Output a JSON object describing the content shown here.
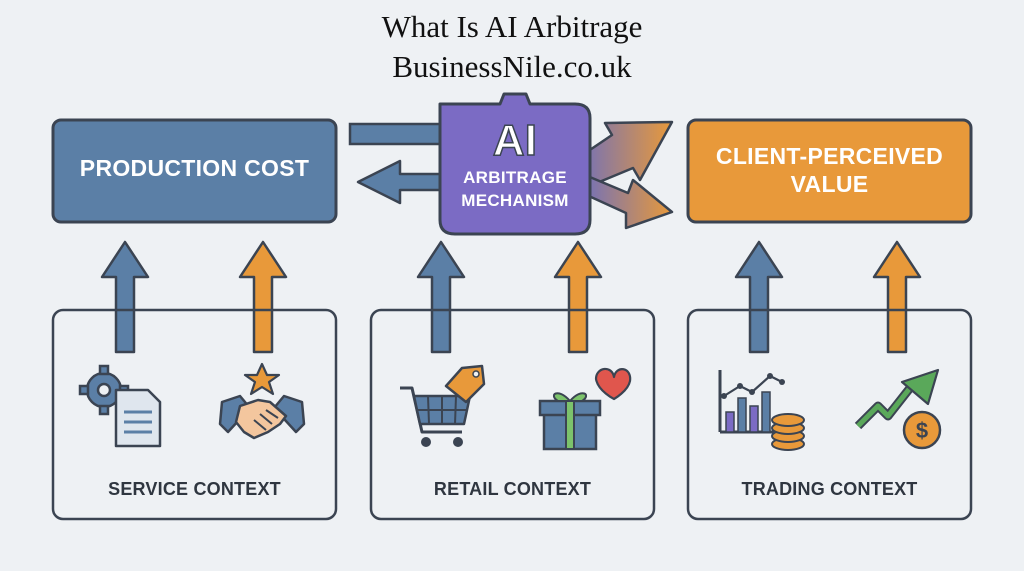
{
  "header": {
    "title": "What Is AI Arbitrage",
    "subtitle": "BusinessNile.co.uk"
  },
  "colors": {
    "blue": "#5b7fa6",
    "blue_dark": "#3a4f6a",
    "orange": "#e8993a",
    "purple": "#7b6bc4",
    "outline": "#3b4452"
  },
  "boxes": {
    "production_cost": "PRODUCTION COST",
    "ai_title": "AI",
    "ai_mechanism_line1": "ARBITRAGE",
    "ai_mechanism_line2": "MECHANISM",
    "client_value_line1": "CLIENT-PERCEIVED",
    "client_value_line2": "VALUE"
  },
  "contexts": [
    {
      "label": "SERVICE CONTEXT",
      "icons": [
        "gear-document-icon",
        "handshake-star-icon"
      ]
    },
    {
      "label": "RETAIL CONTEXT",
      "icons": [
        "shopping-cart-tag-icon",
        "gift-heart-icon"
      ]
    },
    {
      "label": "TRADING CONTEXT",
      "icons": [
        "chart-coins-icon",
        "trend-arrow-dollar-icon"
      ]
    }
  ]
}
